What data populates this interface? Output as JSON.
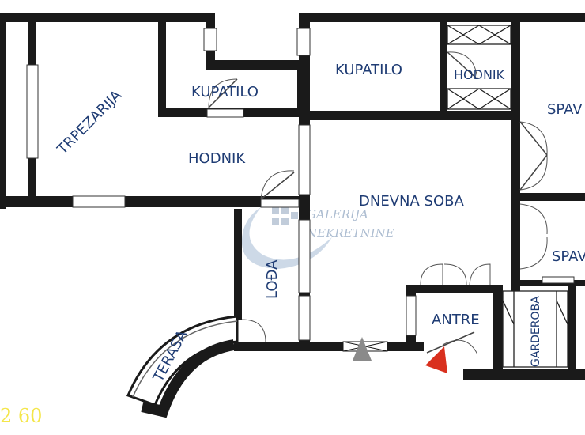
{
  "rooms": {
    "trpezarija": "TRPEZARIJA",
    "kupatilo_small": "KUPATILO",
    "kupatilo_large": "KUPATILO",
    "hodnik_top": "HODNIK",
    "hodnik_main": "HODNIK",
    "dnevna_soba": "DNEVNA SOBA",
    "spavaca_1": "SPAV",
    "spavaca_2": "SPAV",
    "lodja": "LOĐA",
    "terasa": "TERASA",
    "antre": "ANTRE",
    "garderoba": "GARDEROBA"
  },
  "watermark": {
    "line1": "GALERIJA",
    "line2": "NEKRETNINE"
  },
  "scale_text": "2 60",
  "colors": {
    "wall": "#1a1a1a",
    "label": "#1f3c74",
    "entrance_marker": "#d9301e",
    "watermark": "#9fb2c9",
    "scale_text": "#f4e64a"
  },
  "icons": {
    "entrance": "entrance-arrow-icon",
    "view": "view-direction-icon"
  }
}
